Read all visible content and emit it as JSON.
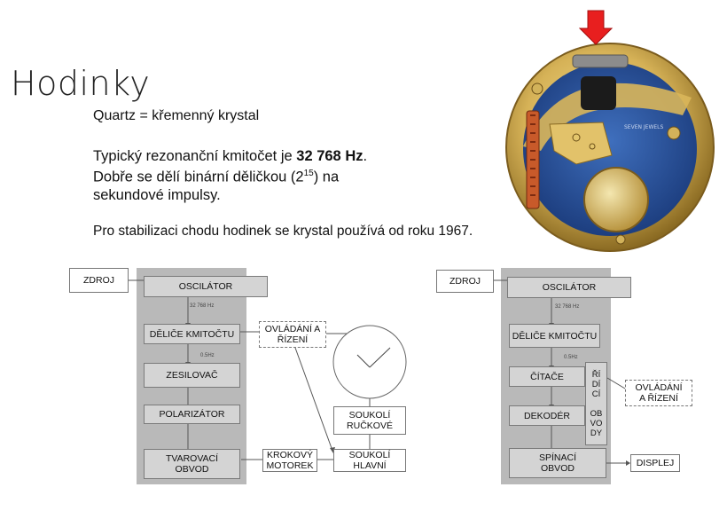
{
  "title": "Hodinky",
  "quartz_line": "Quartz = křemenný krystal",
  "para1": {
    "before": "Typický rezonanční kmitočet je ",
    "bold": "32 768 Hz",
    "after": ".",
    "line2_before": "Dobře se dělí binární děličkou (2",
    "line2_sup": "15",
    "line2_after": ") na",
    "line3": "sekundové impulsy."
  },
  "para2": "Pro stabilizaci chodu hodinek se krystal používá od roku 1967.",
  "photo": {
    "watermark": "SEVEN JEWELS",
    "arrow_color": "#e81f1f"
  },
  "diagram_analog": {
    "zdroj": "ZDROJ",
    "oscilator": "OSCILÁTOR",
    "freq1": "32 768 Hz",
    "delice": "DĚLIČE KMITOČTU",
    "freq2": "0.5Hz",
    "zesilovac": "ZESILOVAČ",
    "polarizator": "POLARIZÁTOR",
    "tvarovaci": "TVAROVACÍ\nOBVOD",
    "krokovy": "KROKOVÝ\nMOTOREK",
    "soukoli_hlavni": "SOUKOLÍ\nHLAVNÍ",
    "soukoli_ruckove": "SOUKOLÍ\nRUČKOVÉ",
    "ovladani": "OVLÁDÁNÍ A\nŘÍZENÍ"
  },
  "diagram_digital": {
    "zdroj": "ZDROJ",
    "oscilator": "OSCILÁTOR",
    "freq1": "32 768 Hz",
    "delice": "DĚLIČE KMITOČTU",
    "freq2": "0.5Hz",
    "citace": "ČÍTAČE",
    "dekoder": "DEKODÉR",
    "spinaci": "SPÍNACÍ\nOBVOD",
    "ridici": "ŘÍ\nDÍ\nCÍ\n\nOB\nVO\nDY",
    "ovladani": "OVLÁDÁNÍ\nA ŘÍZENÍ",
    "displej": "DISPLEJ"
  }
}
